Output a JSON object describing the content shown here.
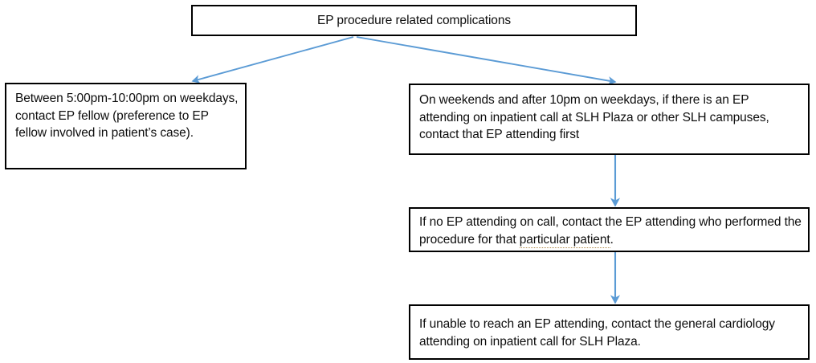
{
  "diagram": {
    "title": "EP procedure related complications",
    "accent_color": "#5B9BD5",
    "box_border_color": "#000000",
    "box_fill_color": "#FFFFFF",
    "text_color": "#0D0D0D",
    "grammar_underline_color": "#B08A4A"
  },
  "nodes": {
    "root": {
      "label": "EP procedure related complications"
    },
    "ep_fellow": {
      "label": "Between 5:00pm-10:00pm on weekdays, contact EP fellow (preference to EP fellow involved in patient’s case)."
    },
    "ep_attending_oncall": {
      "label": "On weekends and after 10pm on weekdays, if there is an EP attending on inpatient call at SLH Plaza or other SLH campuses, contact that EP attending first"
    },
    "ep_performed": {
      "prefix": "If no EP attending on call, contact the EP attending who performed the procedure for that ",
      "marked": "particular patient",
      "suffix": "."
    },
    "general_cards": {
      "label": "If unable to reach an EP attending, contact the general cardiology attending on inpatient call for SLH Plaza."
    }
  },
  "connectors": [
    {
      "name": "root-to-ep-fellow",
      "from": "root",
      "to": "ep_fellow",
      "style": "diagonal-arrow"
    },
    {
      "name": "root-to-ep-attending-oncall",
      "from": "root",
      "to": "ep_attending_oncall",
      "style": "diagonal-arrow"
    },
    {
      "name": "ep-attending-oncall-to-ep-performed",
      "from": "ep_attending_oncall",
      "to": "ep_performed",
      "style": "vertical-arrow"
    },
    {
      "name": "ep-performed-to-general-cards",
      "from": "ep_performed",
      "to": "general_cards",
      "style": "vertical-arrow"
    }
  ]
}
